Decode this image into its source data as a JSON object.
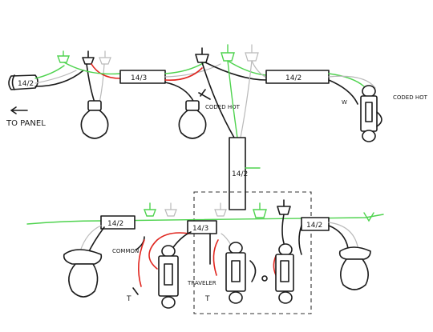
{
  "labels": {
    "cable_source": "14/2",
    "cable_top_left": "14/3",
    "cable_top_right": "14/2",
    "cable_vertical": "14/2",
    "cable_bottom_left": "14/2",
    "cable_bottom_mid": "14/3",
    "cable_bottom_right": "14/2",
    "to_panel": "TO PANEL",
    "coded_hot_1": "CODED HOT",
    "coded_hot_2": "CODED HOT",
    "common": "COMMON",
    "traveler": "TRAVELER",
    "t_left": "T",
    "t_mid": "T"
  },
  "colors": {
    "ground": "#4fd34f",
    "neutral": "#b9b9b9",
    "hot_red": "#e0261f",
    "line": "#1a1a1a"
  }
}
